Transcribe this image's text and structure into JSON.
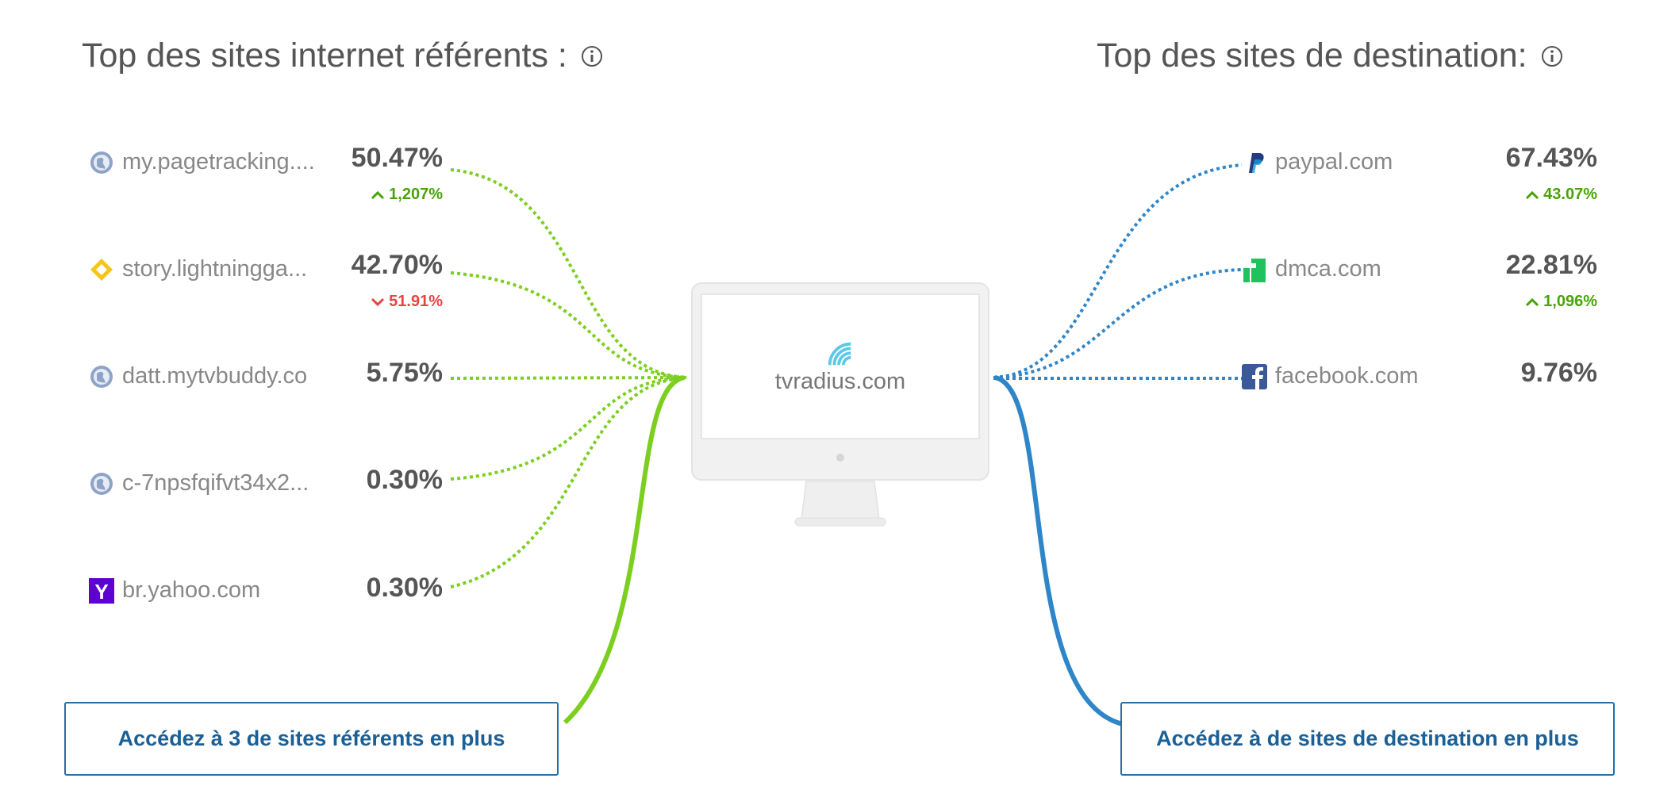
{
  "colors": {
    "referrer_line": "#7ccf1f",
    "destination_line": "#2e86c9",
    "up": "#4aa30a",
    "down": "#e54545",
    "button_text": "#1a6096"
  },
  "referrers": {
    "title": "Top des sites internet référents :",
    "info_icon": "info-icon",
    "items": [
      {
        "name": "my.pagetracking....",
        "icon": "globe-icon",
        "pct": "50.47%",
        "change": "1,207%",
        "direction": "up"
      },
      {
        "name": "story.lightningga...",
        "icon": "diamond-logo-icon",
        "pct": "42.70%",
        "change": "51.91%",
        "direction": "down"
      },
      {
        "name": "datt.mytvbuddy.co",
        "icon": "globe-icon",
        "pct": "5.75%",
        "change": "",
        "direction": ""
      },
      {
        "name": "c-7npsfqifvt34x2...",
        "icon": "globe-icon",
        "pct": "0.30%",
        "change": "",
        "direction": ""
      },
      {
        "name": "br.yahoo.com",
        "icon": "yahoo-icon",
        "pct": "0.30%",
        "change": "",
        "direction": ""
      }
    ],
    "cta_label": "Accédez à 3 de sites référents en plus"
  },
  "destinations": {
    "title": "Top des sites de destination:",
    "info_icon": "info-icon",
    "items": [
      {
        "name": "paypal.com",
        "icon": "paypal-icon",
        "pct": "67.43%",
        "change": "43.07%",
        "direction": "up"
      },
      {
        "name": "dmca.com",
        "icon": "dmca-icon",
        "pct": "22.81%",
        "change": "1,096%",
        "direction": "up"
      },
      {
        "name": "facebook.com",
        "icon": "facebook-icon",
        "pct": "9.76%",
        "change": "",
        "direction": ""
      }
    ],
    "cta_label": "Accédez à de sites de destination en plus"
  },
  "center": {
    "site": "tvradius.com",
    "logo_icon": "wifi-signal-icon"
  }
}
